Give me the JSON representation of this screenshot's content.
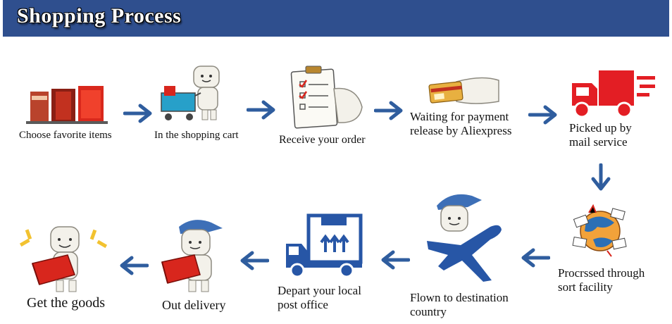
{
  "header": {
    "title": "Shopping Process"
  },
  "steps": [
    {
      "id": "choose",
      "label": "Choose favorite items",
      "icon": "boxes-icon"
    },
    {
      "id": "cart",
      "label": "In the shopping cart",
      "icon": "shopping-cart-icon"
    },
    {
      "id": "order",
      "label": "Receive your order",
      "icon": "clipboard-icon"
    },
    {
      "id": "payment",
      "label": "Waiting for payment\nrelease by Aliexpress",
      "icon": "payment-card-icon"
    },
    {
      "id": "pickup",
      "label": "Picked up by\nmail service",
      "icon": "delivery-truck-icon"
    },
    {
      "id": "sort",
      "label": "Procrssed through\nsort facility",
      "icon": "globe-mail-icon"
    },
    {
      "id": "flown",
      "label": "Flown to destination\ncountry",
      "icon": "airplane-icon"
    },
    {
      "id": "depart",
      "label": "Depart your local\npost office",
      "icon": "cargo-truck-icon"
    },
    {
      "id": "out",
      "label": "Out delivery",
      "icon": "courier-icon"
    },
    {
      "id": "get",
      "label": "Get  the goods",
      "icon": "gift-icon"
    }
  ],
  "colors": {
    "header": "#2f4f8e",
    "arrow": "#2f5d9e",
    "truck_red": "#e31e24",
    "blue_icon": "#2756a6"
  }
}
